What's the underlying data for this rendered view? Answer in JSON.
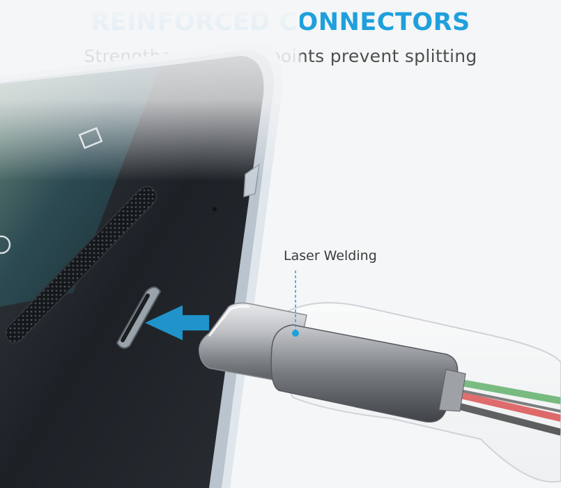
{
  "headline": "REINFORCED CONNECTORS",
  "subheadline": "Strengthened stress points prevent splitting",
  "callout": {
    "label": "Laser Welding"
  },
  "colors": {
    "headline": "#1fa0dc",
    "subheadline": "#4e4e4e",
    "arrow": "#1fa0dc",
    "callout_line": "#1fa0dc",
    "wire_colors": [
      "#2e9a3a",
      "#d61f1f",
      "#111111"
    ]
  },
  "icons": [
    "arrow-right-icon",
    "nav-square-icon",
    "nav-circle-icon"
  ]
}
